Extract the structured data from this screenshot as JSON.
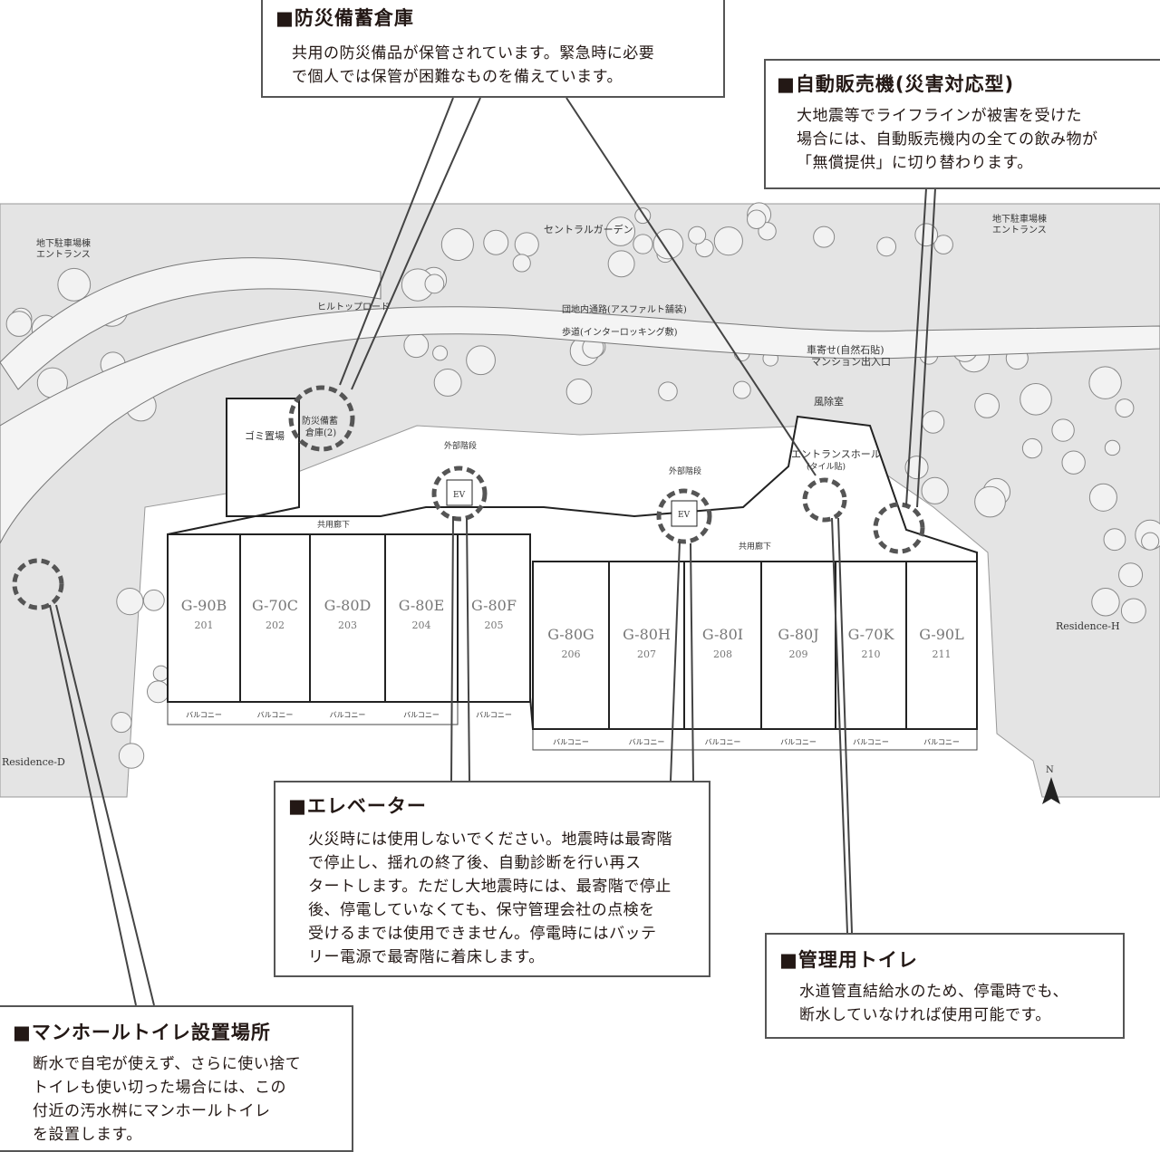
{
  "callouts": {
    "storage": {
      "title": "■防災備蓄倉庫",
      "body": "共用の防災備品が保管されています。緊急時に必要\nで個人では保管が困難なものを備えています。"
    },
    "vending": {
      "title": "■自動販売機(災害対応型)",
      "body": "大地震等でライフラインが被害を受けた\n場合には、自動販売機内の全ての飲み物が\n「無償提供」に切り替わります。"
    },
    "elevator": {
      "title": "■エレベーター",
      "body": "火災時には使用しないでください。地震時は最寄階\nで停止し、揺れの終了後、自動診断を行い再ス\nタートします。ただし大地震時には、最寄階で停止\n後、停電していなくても、保守管理会社の点検を\n受けるまでは使用できません。停電時にはバッテ\nリー電源で最寄階に着床します。"
    },
    "toilet": {
      "title": "■管理用トイレ",
      "body": "水道管直結給水のため、停電時でも、\n断水していなければ使用可能です。"
    },
    "manhole": {
      "title": "■マンホールトイレ設置場所",
      "body": "断水で自宅が使えず、さらに使い捨て\nトイレも使い切った場合には、この\n付近の汚水桝にマンホールトイレ\nを設置します。"
    }
  },
  "map_labels": {
    "central_garden": "セントラルガーデン",
    "parking_left": "地下駐車場棟\nエントランス",
    "parking_right": "地下駐車場棟\nエントランス",
    "hilltop_road": "ヒルトップロード",
    "internal_road": "団地内通路(アスファルト舗装)",
    "sidewalk": "歩道(インターロッキング敷)",
    "drop_off": "車寄せ(自然石貼)",
    "entrance": "マンション出入口",
    "windbreak": "風除室",
    "entrance_hall": "エントランスホール",
    "entrance_hall_sub": "(タイル貼)",
    "garbage": "ゴミ置場",
    "storage": "防災備蓄",
    "storage_sub": "倉庫(2)",
    "stairs_1": "外部階段",
    "stairs_2": "外部階段",
    "ev_1": "EV",
    "ev_2": "EV",
    "corridor_1": "共用廊下",
    "corridor_2": "共用廊下",
    "residence_h": "Residence-H",
    "residence_d": "Residence-D",
    "north": "N",
    "balcony": "バルコニー"
  },
  "units": [
    {
      "type": "G-90B",
      "room": "201"
    },
    {
      "type": "G-70C",
      "room": "202"
    },
    {
      "type": "G-80D",
      "room": "203"
    },
    {
      "type": "G-80E",
      "room": "204"
    },
    {
      "type": "G-80F",
      "room": "205"
    },
    {
      "type": "G-80G",
      "room": "206"
    },
    {
      "type": "G-80H",
      "room": "207"
    },
    {
      "type": "G-80I",
      "room": "208"
    },
    {
      "type": "G-80J",
      "room": "209"
    },
    {
      "type": "G-70K",
      "room": "210"
    },
    {
      "type": "G-90L",
      "room": "211"
    }
  ]
}
